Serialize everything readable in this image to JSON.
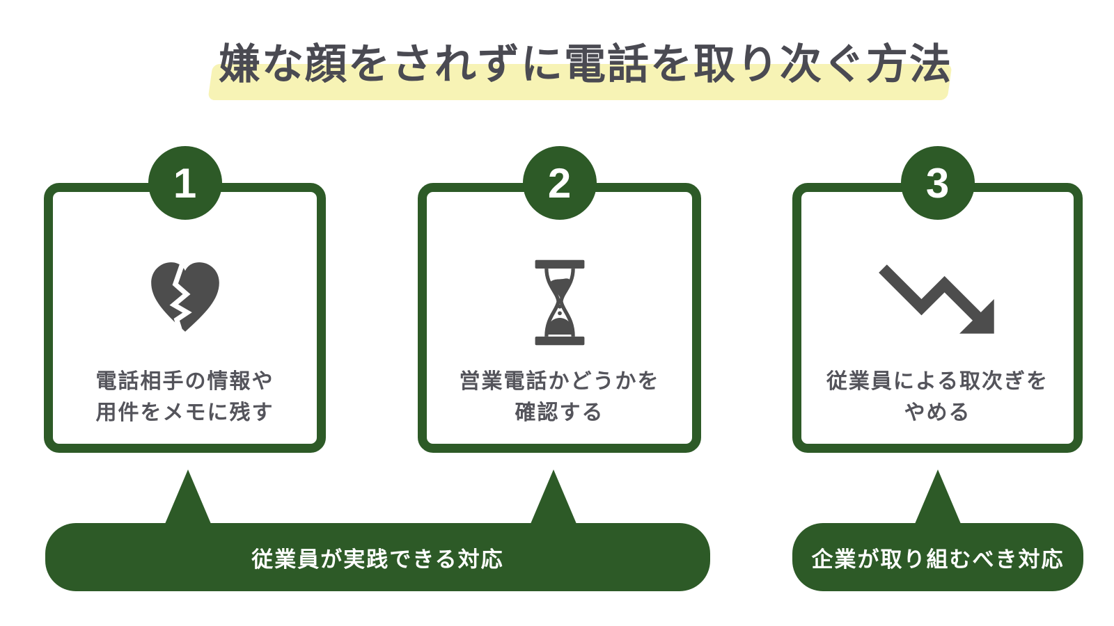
{
  "title": "嫌な顔をされずに電話を取り次ぐ方法",
  "colors": {
    "accent_green": "#2d5a27",
    "highlight_yellow": "#f7f3b5",
    "icon_gray": "#4d4d4d",
    "text_gray": "#54545b",
    "banner_text": "#ffffff"
  },
  "steps": [
    {
      "number": "1",
      "icon": "broken-heart-icon",
      "label_line1": "電話相手の情報や",
      "label_line2": "用件をメモに残す"
    },
    {
      "number": "2",
      "icon": "hourglass-icon",
      "label_line1": "営業電話かどうかを",
      "label_line2": "確認する"
    },
    {
      "number": "3",
      "icon": "declining-arrow-icon",
      "label_line1": "従業員による取次ぎを",
      "label_line2": "やめる"
    }
  ],
  "banners": [
    {
      "label": "従業員が実践できる対応"
    },
    {
      "label": "企業が取り組むべき対応"
    }
  ]
}
